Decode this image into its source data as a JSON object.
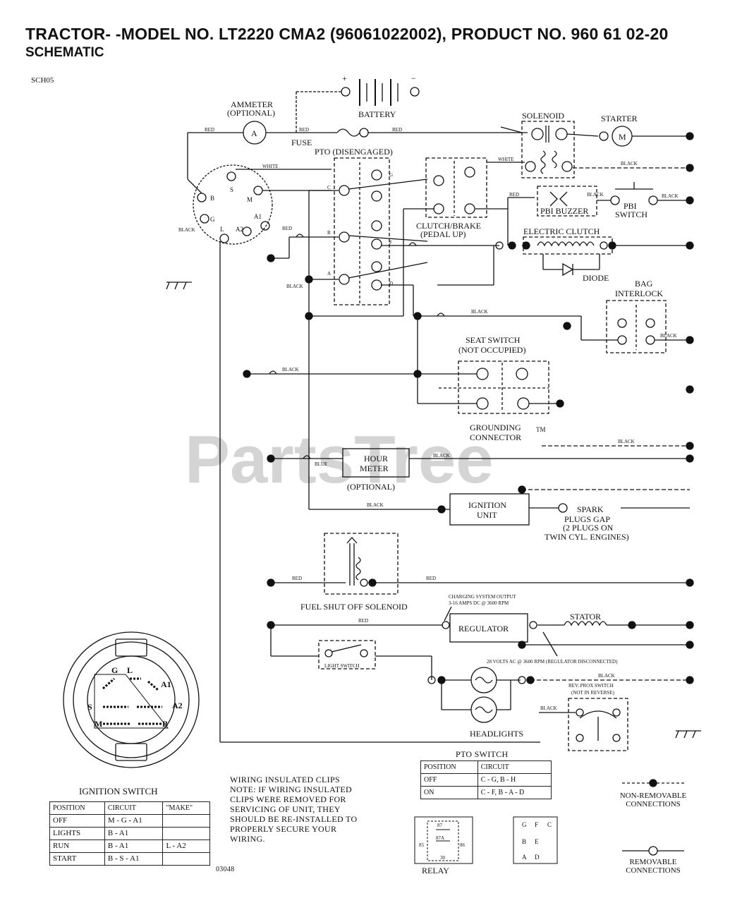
{
  "header": {
    "title": "TRACTOR- -MODEL NO. LT2220 CMA2 (96061022002), PRODUCT NO. 960 61 02-20",
    "subtitle": "SCHEMATIC",
    "code": "SCH05"
  },
  "watermark": {
    "text": "PartsTree",
    "tm": "TM"
  },
  "components": {
    "ammeter": "AMMETER",
    "ammeter_opt": "(OPTIONAL)",
    "ammeter_symbol": "A",
    "battery": "BATTERY",
    "battery_plus": "+",
    "battery_minus": "−",
    "fuse": "FUSE",
    "pto": "PTO (DISENGAGED)",
    "solenoid": "SOLENOID",
    "starter": "STARTER",
    "starter_symbol": "M",
    "clutch_brake": "CLUTCH/BRAKE",
    "clutch_brake_sub": "(PEDAL UP)",
    "pbi_buzzer": "PBI BUZZER",
    "pbi_switch": "PBI",
    "pbi_switch2": "SWITCH",
    "electric_clutch": "ELECTRIC CLUTCH",
    "diode": "DIODE",
    "bag_interlock": "BAG",
    "bag_interlock2": "INTERLOCK",
    "seat_switch": "SEAT SWITCH",
    "seat_switch_sub": "(NOT OCCUPIED)",
    "grounding": "GROUNDING",
    "grounding2": "CONNECTOR",
    "hour_meter": "HOUR",
    "hour_meter2": "METER",
    "hour_meter_opt": "(OPTIONAL)",
    "ignition_unit": "IGNITION",
    "ignition_unit2": "UNIT",
    "spark_plugs": "SPARK",
    "spark_plugs2": "PLUGS GAP",
    "spark_plugs3": "(2 PLUGS ON",
    "spark_plugs4": "TWIN CYL. ENGINES)",
    "fuel_solenoid": "FUEL SHUT OFF SOLENOID",
    "charging_note": "CHARGING SYSTEM OUTPUT",
    "charging_note2": "3-16 AMPS DC @ 3600 RPM",
    "regulator": "REGULATOR",
    "stator": "STATOR",
    "regulator_note": "28 VOLTS AC @ 3600 RPM (REGULATOR DISCONNECTED)",
    "light_switch": "LIGHT SWITCH",
    "headlights": "HEADLIGHTS",
    "rev_switch": "REV. PROX SWITCH",
    "rev_switch_sub": "(NOT IN REVERSE)",
    "ignition_switch": "IGNITION SWITCH",
    "relay": "RELAY"
  },
  "switch_terms": [
    "S",
    "M",
    "B",
    "G",
    "L",
    "A1",
    "A2"
  ],
  "ign_face_labels": [
    "G",
    "L",
    "A1",
    "S",
    "A2",
    "M",
    "B"
  ],
  "pto_terms": [
    "G",
    "B",
    "C",
    "F",
    "A",
    "E",
    "D"
  ],
  "relay_pins": [
    "87",
    "87A",
    "85",
    "86",
    "30"
  ],
  "pto_grid": [
    "G",
    "F",
    "C",
    "B",
    "E",
    "A",
    "D"
  ],
  "wires": {
    "red": "RED",
    "black": "BLACK",
    "white": "WHITE",
    "blue": "BLUE"
  },
  "ignition_table": {
    "headers": [
      "POSITION",
      "CIRCUIT",
      "\"MAKE\""
    ],
    "rows": [
      [
        "OFF",
        "M - G - A1",
        ""
      ],
      [
        "LIGHTS",
        "B - A1",
        ""
      ],
      [
        "RUN",
        "B - A1",
        "L - A2"
      ],
      [
        "START",
        "B - S - A1",
        ""
      ]
    ]
  },
  "pto_table": {
    "title": "PTO SWITCH",
    "headers": [
      "POSITION",
      "CIRCUIT"
    ],
    "rows": [
      [
        "OFF",
        "C - G, B - H"
      ],
      [
        "ON",
        "C - F, B - A - D"
      ]
    ]
  },
  "notes": {
    "line1": "WIRING INSULATED CLIPS",
    "line2": "NOTE: IF WIRING INSULATED",
    "line3": "CLIPS WERE REMOVED FOR",
    "line4": "SERVICING OF UNIT, THEY",
    "line5": "SHOULD BE RE-INSTALLED TO",
    "line6": "PROPERLY SECURE YOUR",
    "line7": "WIRING."
  },
  "legend": {
    "nonremovable": "NON-REMOVABLE",
    "nonremovable2": "CONNECTIONS",
    "removable": "REMOVABLE",
    "removable2": "CONNECTIONS"
  },
  "drawing_number": "03048"
}
